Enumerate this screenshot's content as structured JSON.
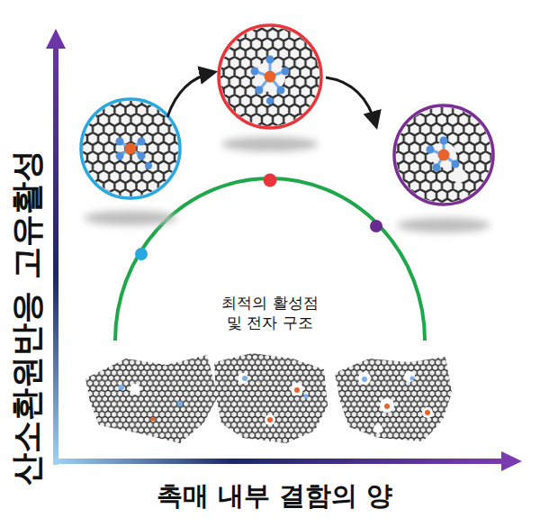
{
  "diagram": {
    "labels": [
      "산소환원반응 고유활성",
      "최적의 활성점 및 전자 구조",
      "촉매 내부 결함의 양"
    ]
  }
}
